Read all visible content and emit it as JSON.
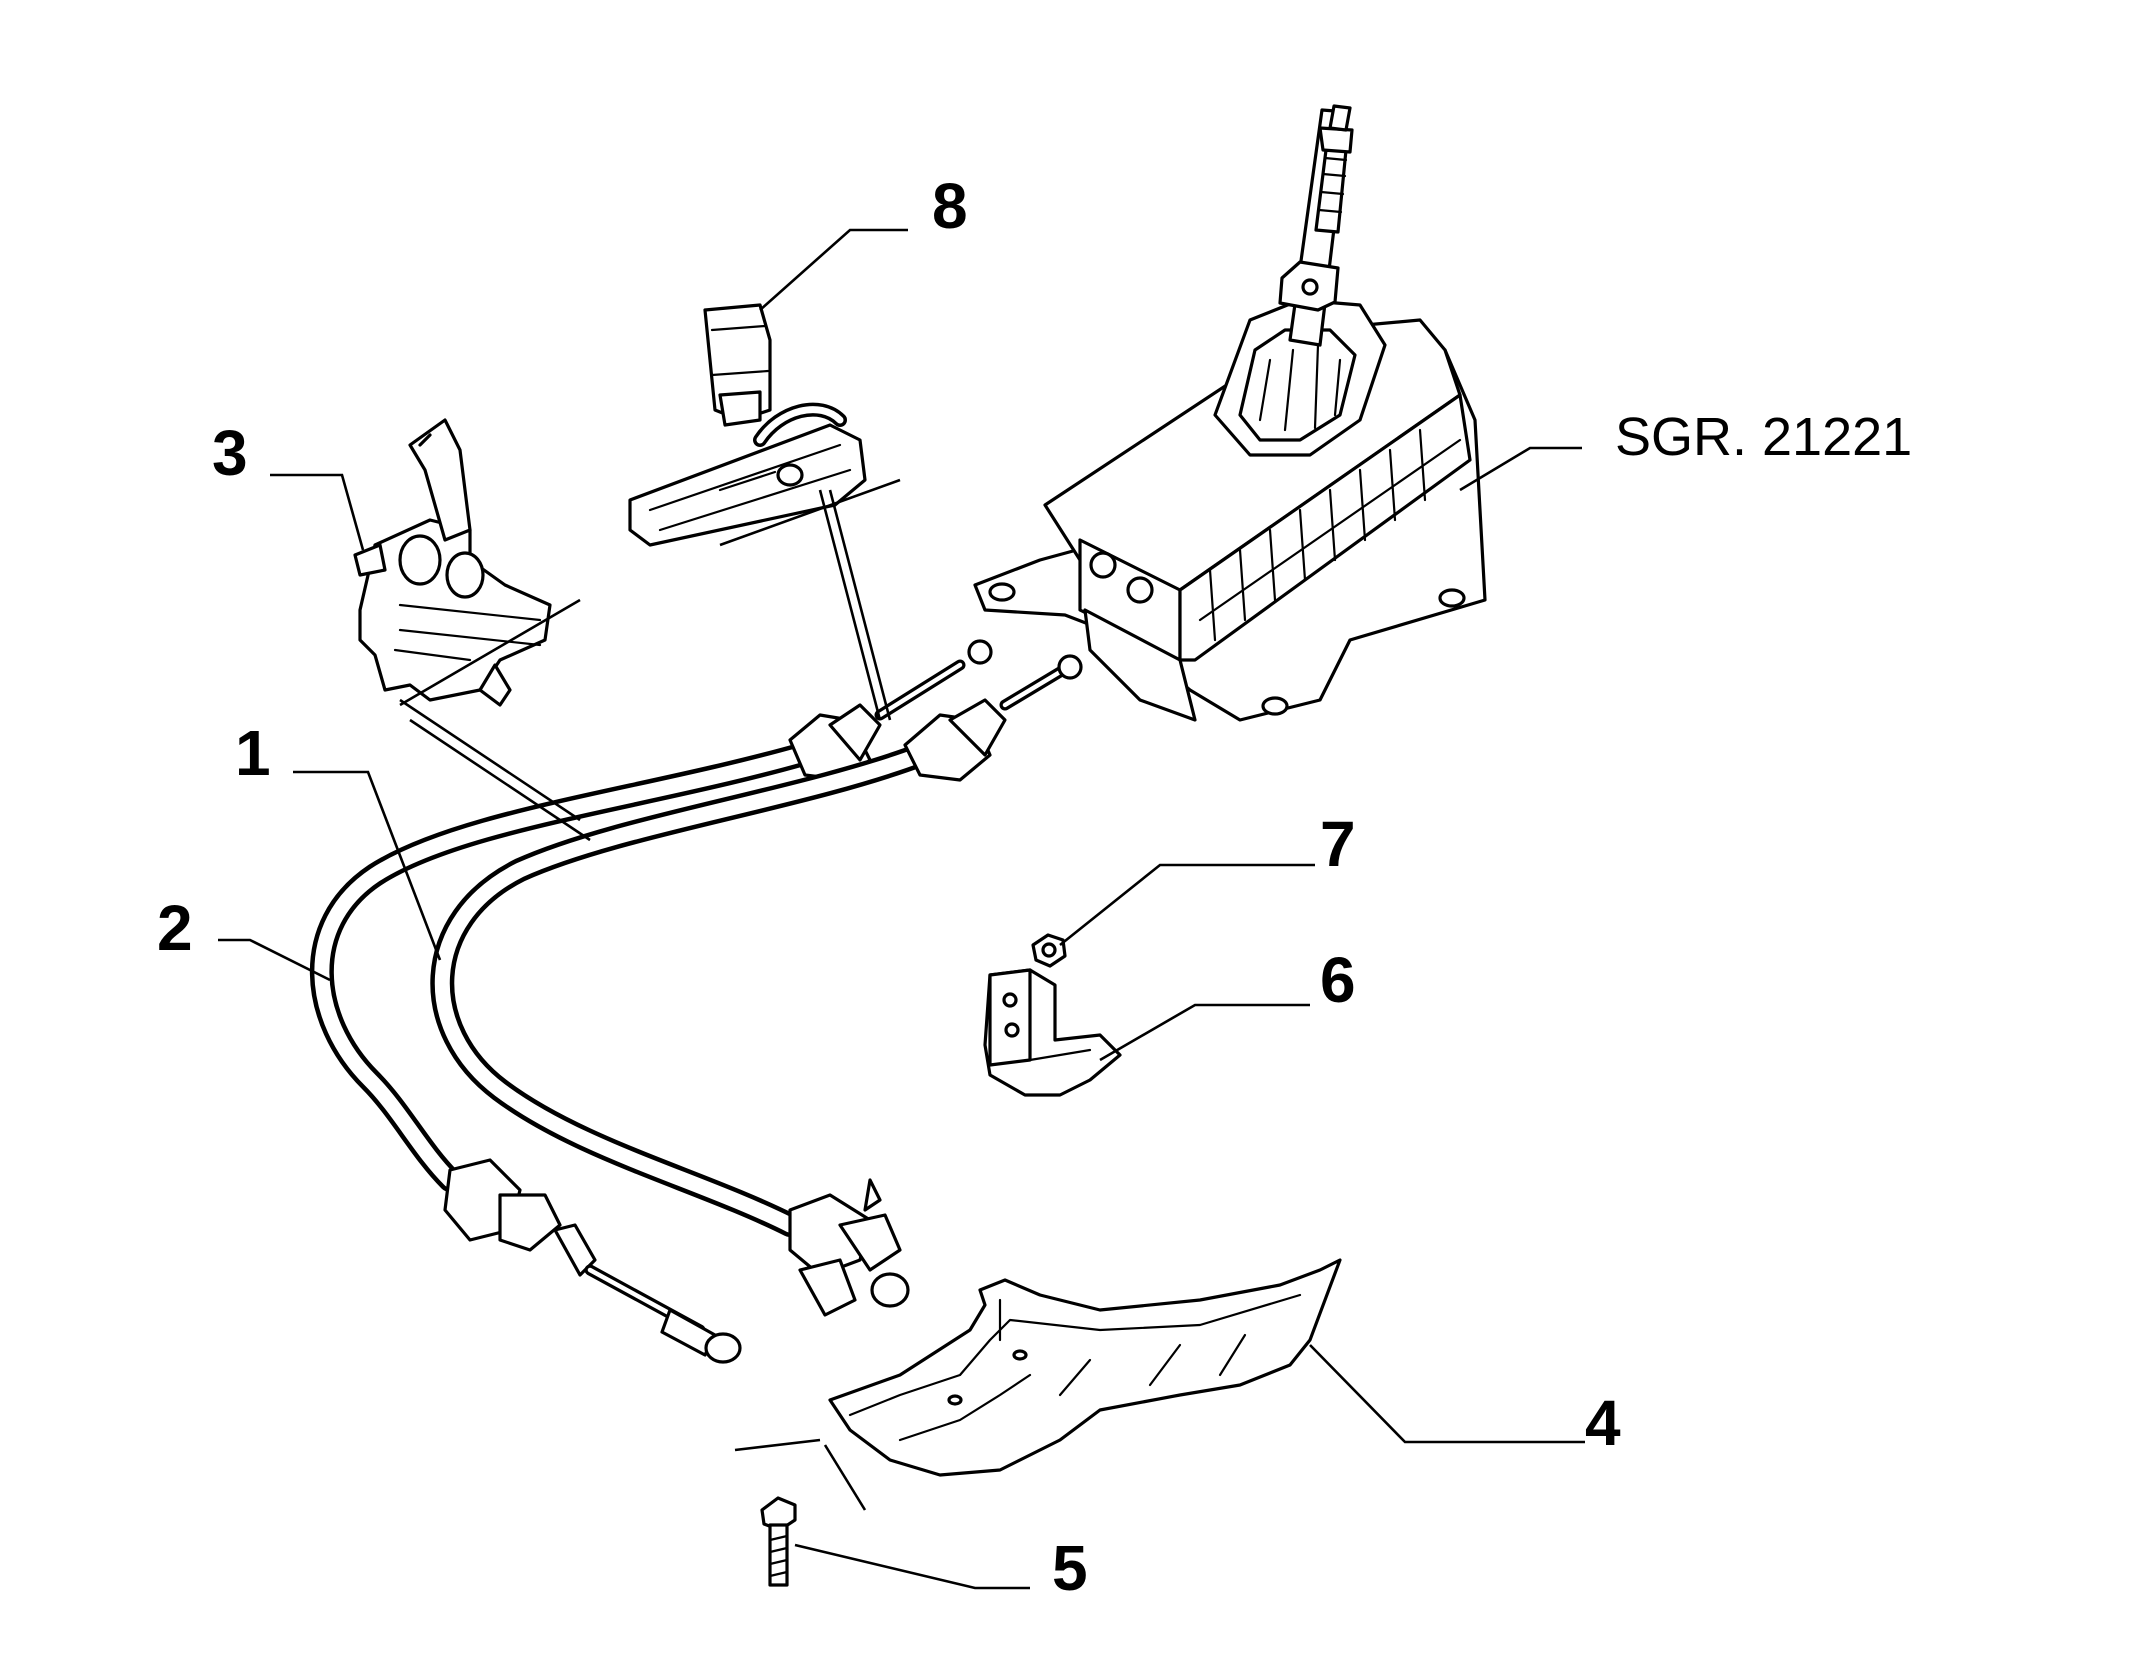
{
  "callouts": [
    {
      "id": "1",
      "label": "1"
    },
    {
      "id": "2",
      "label": "2"
    },
    {
      "id": "3",
      "label": "3"
    },
    {
      "id": "4",
      "label": "4"
    },
    {
      "id": "5",
      "label": "5"
    },
    {
      "id": "6",
      "label": "6"
    },
    {
      "id": "7",
      "label": "7"
    },
    {
      "id": "8",
      "label": "8"
    }
  ],
  "reference": {
    "label": "SGR. 21221"
  }
}
